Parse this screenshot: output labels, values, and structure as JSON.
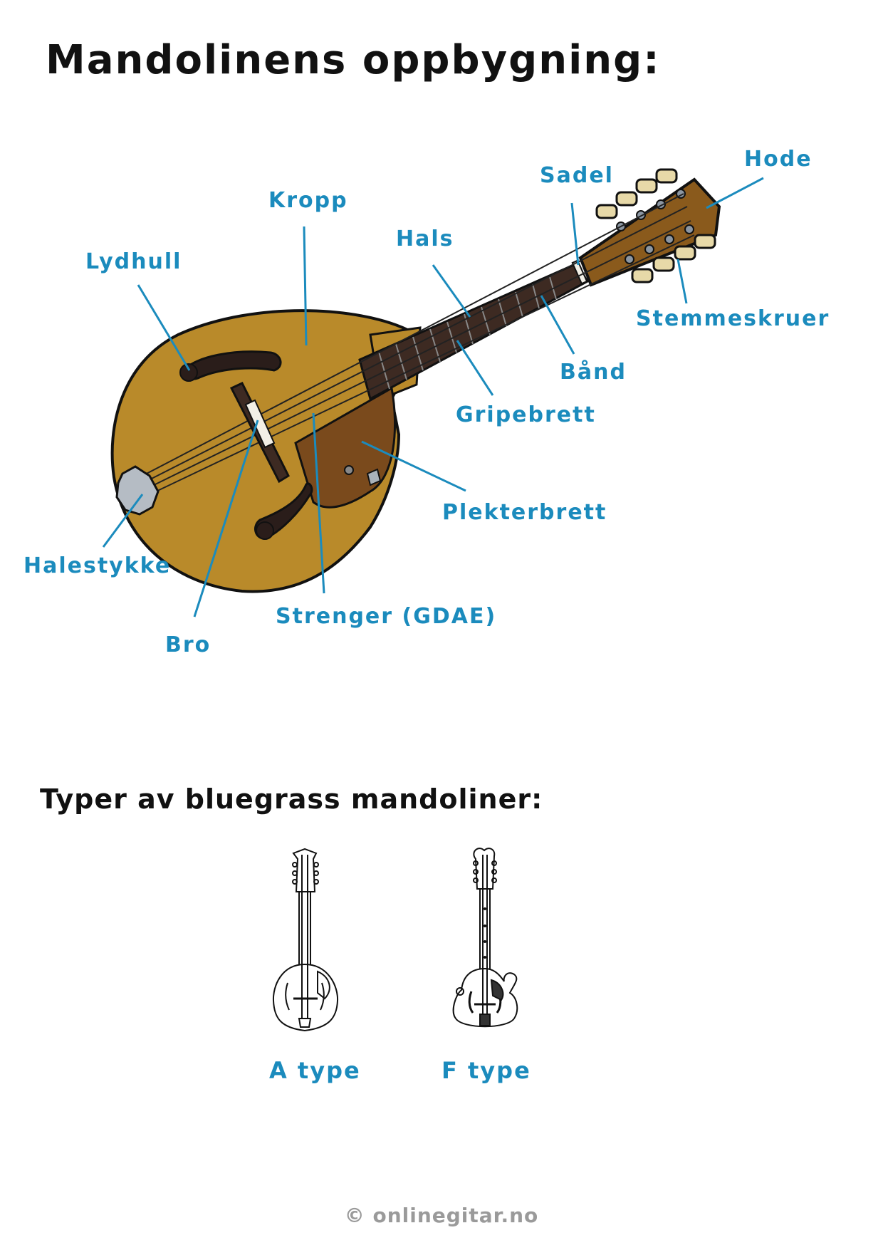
{
  "title": "Mandolinens oppbygning:",
  "diagram": {
    "labels": {
      "hode": "Hode",
      "sadel": "Sadel",
      "kropp": "Kropp",
      "hals": "Hals",
      "lydhull": "Lydhull",
      "stemmeskruer": "Stemmeskruer",
      "baand": "Bånd",
      "gripebrett": "Gripebrett",
      "plekterbrett": "Plekterbrett",
      "halestykke": "Halestykke",
      "strenger": "Strenger (GDAE)",
      "bro": "Bro"
    },
    "colors": {
      "label": "#1b8bbd",
      "leader_line": "#1b8bbd",
      "body": "#b98a2a",
      "pickguard": "#7a4a1c",
      "fretboard": "#3d2a22",
      "tailpiece": "#b5bcc4"
    }
  },
  "types_section": {
    "heading": "Typer av bluegrass mandoliner:",
    "a_type": "A type",
    "f_type": "F type"
  },
  "footer": {
    "copyright_symbol": "©",
    "site": "onlinegitar.no"
  }
}
